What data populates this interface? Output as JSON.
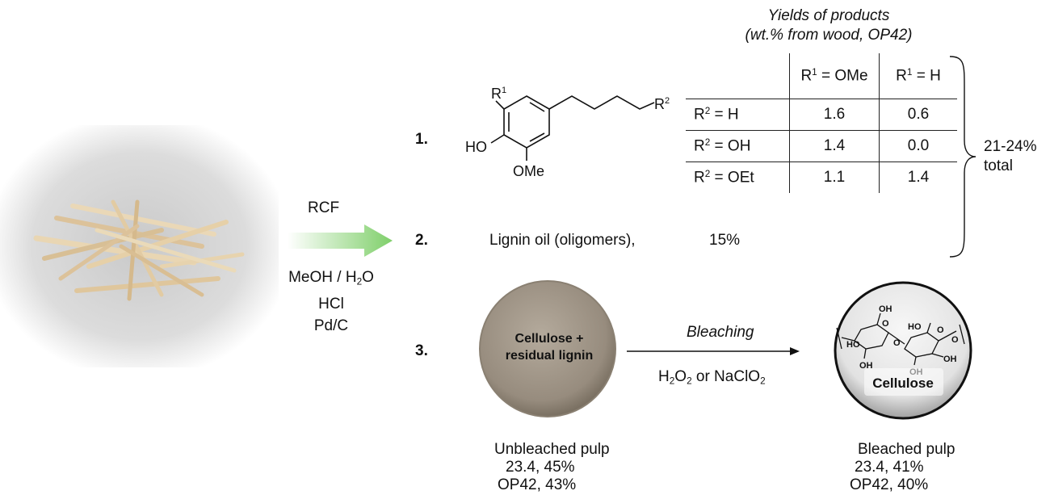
{
  "yields": {
    "title": "Yields of products",
    "subtitle": "(wt.% from wood, OP42)",
    "col_r1_label": "R",
    "col_r1_sup": "1",
    "columns": [
      " = OMe",
      " = H"
    ],
    "row_r2_label": "R",
    "row_r2_sup": "2",
    "rows": [
      {
        "label": " = H",
        "values": [
          "1.6",
          "0.6"
        ]
      },
      {
        "label": " = OH",
        "values": [
          "1.4",
          "0.0"
        ]
      },
      {
        "label": " = OEt",
        "values": [
          "1.1",
          "1.4"
        ]
      }
    ],
    "total_line1": "21-24%",
    "total_line2": "total"
  },
  "steps": {
    "n1": "1.",
    "n2": "2.",
    "n3": "3."
  },
  "molecule": {
    "r1_letter": "R",
    "r1_sup": "1",
    "r2_letter": "R",
    "r2_sup": "2",
    "ho": "HO",
    "ome": "OMe"
  },
  "lignin_oil": {
    "label": "Lignin oil (oligomers),",
    "yield": "15%"
  },
  "rcf": {
    "label": "RCF",
    "solvent_a": "MeOH / H",
    "solvent_sub": "2",
    "solvent_b": "O",
    "acid": "HCl",
    "catalyst": "Pd/C",
    "arrow_color": "#7fcf6a"
  },
  "pulp_unbleached": {
    "inner_line1": "Cellulose +",
    "inner_line2": "residual lignin",
    "caption_title": "Unbleached pulp",
    "caption_line2": "23.4, 45%",
    "caption_line3": "OP42, 43%"
  },
  "bleaching": {
    "label": "Bleaching",
    "reagent_h": "H",
    "reagent_sub1": "2",
    "reagent_o": "O",
    "reagent_sub2": "2",
    "reagent_mid": " or NaClO",
    "reagent_sub3": "2"
  },
  "pulp_bleached": {
    "inner_label": "Cellulose",
    "oh1": "OH",
    "oh2": "OH",
    "oh3": "OH",
    "oh4": "OH",
    "ho1": "HO",
    "ho2": "HO",
    "o1": "O",
    "o2": "O",
    "o3": "O",
    "o4": "O",
    "caption_title": "Bleached pulp",
    "caption_line2": "23.4, 41%",
    "caption_line3": "OP42, 40%"
  },
  "icons": {
    "wood": "wood-sticks-image",
    "arrow": "gradient-arrow-icon",
    "brace": "right-brace-icon"
  }
}
